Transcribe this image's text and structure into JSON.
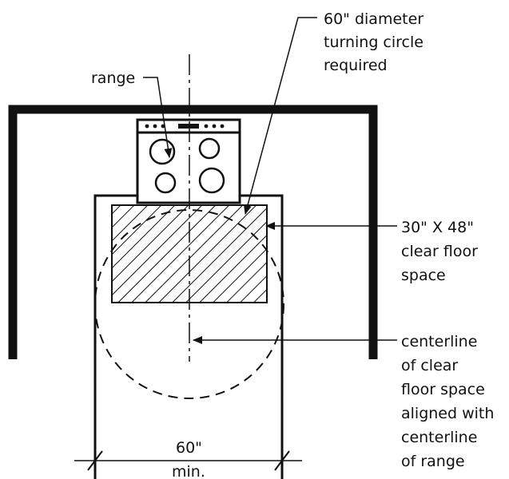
{
  "labels": {
    "range": "range",
    "turning_circle": [
      "60\" diameter",
      "turning circle",
      "required"
    ],
    "clear_floor_space": [
      "30\" X 48\"",
      "clear floor",
      "space"
    ],
    "centerline": [
      "centerline",
      "of clear",
      "floor space",
      "aligned with",
      "centerline",
      "of range"
    ],
    "dimension_value": "60\"",
    "dimension_note": "min."
  },
  "colors": {
    "ink": "#111111",
    "background": "#ffffff"
  }
}
